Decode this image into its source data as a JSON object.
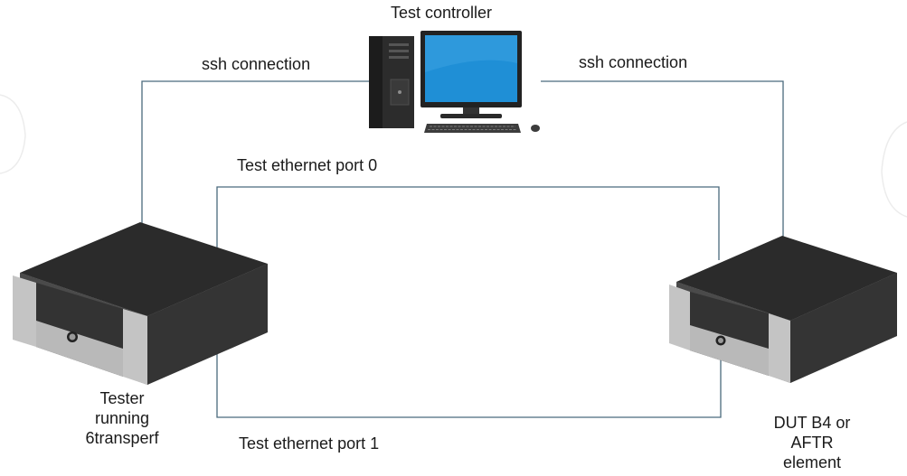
{
  "labels": {
    "controller": "Test controller",
    "ssh_left": "ssh connection",
    "ssh_right": "ssh connection",
    "port0": "Test ethernet port 0",
    "port1": "Test ethernet port 1",
    "tester": [
      "Tester",
      "running",
      "6transperf"
    ],
    "dut": [
      "DUT B4 or",
      "AFTR",
      "element"
    ]
  },
  "colors": {
    "line": "#4a6a7d",
    "server_top": "#2b2b2b",
    "server_front": "#3a3a3a",
    "bezel": "#bfbfbf",
    "monitor_screen": "#1f8fd6"
  },
  "icons": {
    "controller": "desktop-computer-icon",
    "tester": "rack-server-icon",
    "dut": "rack-server-icon"
  }
}
